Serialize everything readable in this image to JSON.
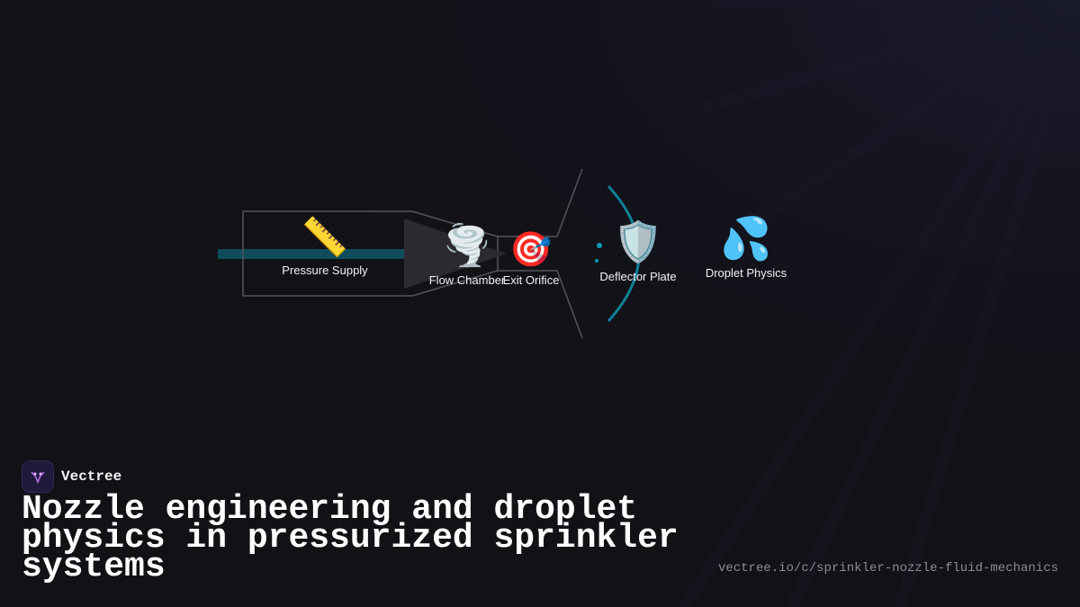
{
  "colors": {
    "background": "#111116",
    "accent": "#0e7f95",
    "outline": "#55555c",
    "text": "#f2f2f5",
    "url_text": "#8b8b95"
  },
  "diagram": {
    "stages": [
      {
        "id": "pressure-supply",
        "icon": "ruler-icon",
        "emoji": "📏",
        "label": "Pressure Supply"
      },
      {
        "id": "flow-chamber",
        "icon": "tornado-icon",
        "emoji": "🌪️",
        "label": "Flow Chamber"
      },
      {
        "id": "exit-orifice",
        "icon": "target-icon",
        "emoji": "🎯",
        "label": "Exit Orifice"
      },
      {
        "id": "deflector-plate",
        "icon": "shield-icon",
        "emoji": "🛡️",
        "label": "Deflector Plate"
      },
      {
        "id": "droplet-physics",
        "icon": "water-droplets-icon",
        "emoji": "💦",
        "label": "Droplet Physics"
      }
    ]
  },
  "brand": {
    "name": "Vectree",
    "logo_icon": "vectree-logo-icon"
  },
  "title": "Nozzle engineering and droplet physics in pressurized sprinkler systems",
  "url": "vectree.io/c/sprinkler-nozzle-fluid-mechanics"
}
